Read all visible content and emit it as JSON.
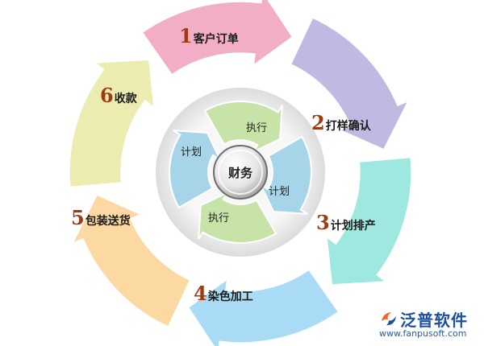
{
  "diagram": {
    "outer_steps": [
      {
        "number": "1",
        "text": "客户订单",
        "color": "#f2aec7"
      },
      {
        "number": "2",
        "text": "打样确认",
        "color": "#c2b9e2"
      },
      {
        "number": "3",
        "text": "计划排产",
        "color": "#9fe8e0"
      },
      {
        "number": "4",
        "text": "染色加工",
        "color": "#a9dcf4"
      },
      {
        "number": "5",
        "text": "包装送货",
        "color": "#fcd8a2"
      },
      {
        "number": "6",
        "text": "收款",
        "color": "#ecebb0"
      }
    ],
    "inner_cycle": {
      "center": "财务",
      "labels": [
        "计划",
        "执行",
        "计划",
        "执行"
      ],
      "colors": {
        "green": "#c8e3a8",
        "blue": "#a6d5ea"
      }
    }
  },
  "brand": {
    "name": "泛普软件",
    "url": "www.fanpusoft.com",
    "color": "#1f4fa0"
  }
}
